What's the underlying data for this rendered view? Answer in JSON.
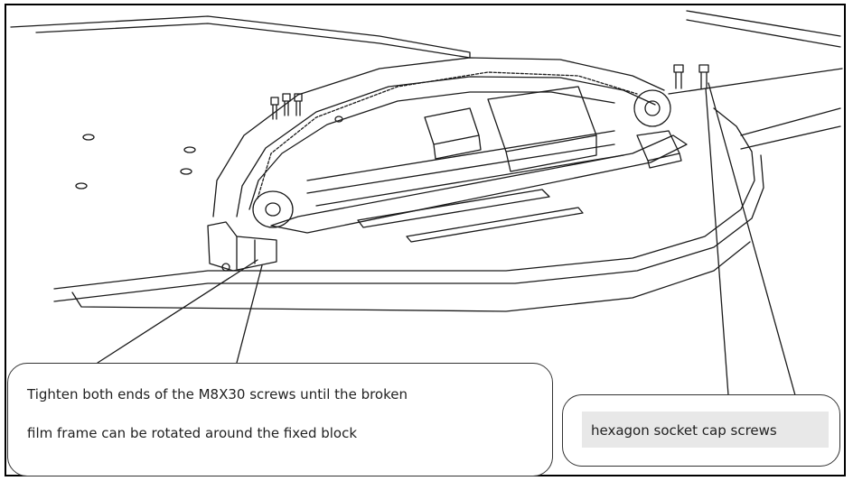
{
  "callouts": {
    "left": {
      "line1": "Tighten both ends of the M8X30 screws until the broken",
      "line2": "film frame can be rotated around the fixed block"
    },
    "right": {
      "text": "hexagon socket cap screws"
    }
  },
  "colors": {
    "line": "#1a1a1a",
    "callout_bg": "#ffffff",
    "label_bg": "#e8e8e8"
  }
}
